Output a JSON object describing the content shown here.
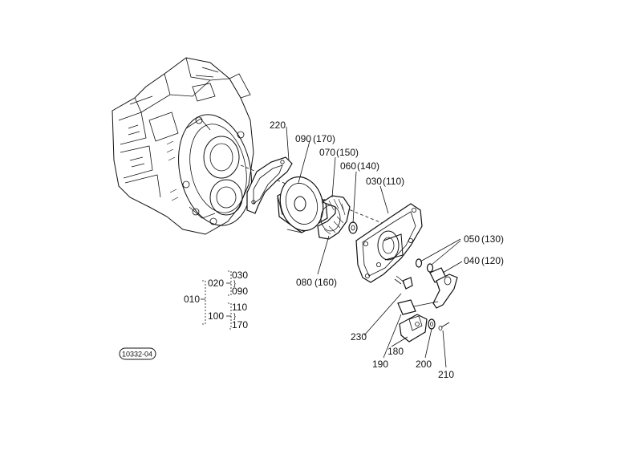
{
  "diagram_id": "10332-04",
  "callouts": {
    "c220": "220",
    "c090": "090",
    "c090_alt": "(170)",
    "c070": "070",
    "c070_alt": "(150)",
    "c060": "060",
    "c060_alt": "(140)",
    "c030": "030",
    "c030_alt": "(110)",
    "c050": "050",
    "c050_alt": "(130)",
    "c040": "040",
    "c040_alt": "(120)",
    "c080": "080",
    "c080_alt": "(160)",
    "c230": "230",
    "c180": "180",
    "c190": "190",
    "c200": "200",
    "c210": "210"
  },
  "assembly_key": {
    "root": "010",
    "group_a": "020",
    "group_a_from": "030",
    "group_a_to": "090",
    "group_b": "100",
    "group_b_from": "110",
    "group_b_to": "170"
  },
  "colors": {
    "ink": "#111111",
    "paper": "#ffffff"
  }
}
